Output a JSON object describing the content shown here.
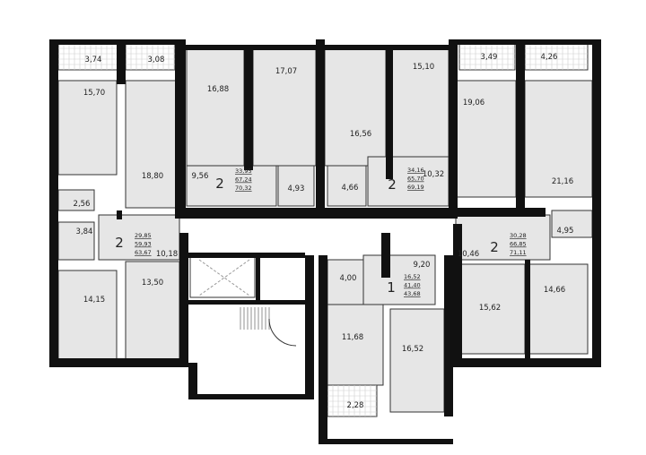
{
  "floor_plan": {
    "apartments": [
      {
        "rooms_count": "2",
        "areas": [
          "29,85",
          "59,93",
          "63,67"
        ],
        "rooms": [
          "3,74",
          "3,08",
          "15,70",
          "18,80",
          "2,56",
          "3,84",
          "10,18",
          "13,50",
          "14,15"
        ]
      },
      {
        "rooms_count": "2",
        "areas": [
          "33,95",
          "67,24",
          "70,32"
        ],
        "rooms": [
          "16,88",
          "17,07",
          "9,56",
          "4,93"
        ]
      },
      {
        "rooms_count": "2",
        "areas": [
          "34,16",
          "65,70",
          "69,19"
        ],
        "rooms": [
          "16,56",
          "15,10",
          "4,66",
          "10,32"
        ]
      },
      {
        "rooms_count": "2",
        "areas": [
          "30,28",
          "66,85",
          "71,11"
        ],
        "rooms": [
          "3,49",
          "4,26",
          "19,06",
          "21,16",
          "4,95",
          "10,46",
          "15,62",
          "14,66"
        ]
      },
      {
        "rooms_count": "1",
        "areas": [
          "16,52",
          "41,40",
          "43,68"
        ],
        "rooms": [
          "4,00",
          "9,20",
          "11,68",
          "16,52",
          "2,28"
        ]
      }
    ],
    "colors": {
      "wall": "#111111",
      "room_fill": "#e6e6e6",
      "balcony_fill": "#ffffff"
    }
  }
}
